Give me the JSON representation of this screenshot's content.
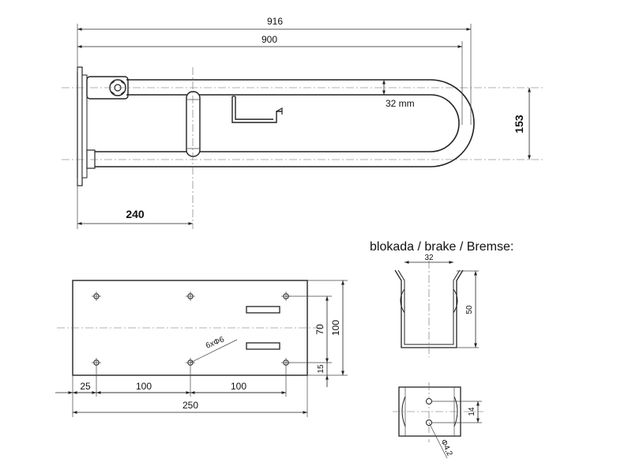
{
  "side_view": {
    "overall_length": "916",
    "inner_length": "900",
    "tube_diameter": "32 mm",
    "height": "153",
    "offset": "240"
  },
  "base_plate": {
    "holes": "6xΦ6",
    "edge_offset": "25",
    "spacing_1": "100",
    "spacing_2": "100",
    "width": "250",
    "hole_spacing_vertical": "70",
    "height": "100",
    "bottom_offset": "15"
  },
  "brake": {
    "heading": "blokada / brake / Bremse:",
    "width": "32",
    "height": "50",
    "hole_spacing": "14",
    "hole_diameter": "Φ4,2"
  }
}
